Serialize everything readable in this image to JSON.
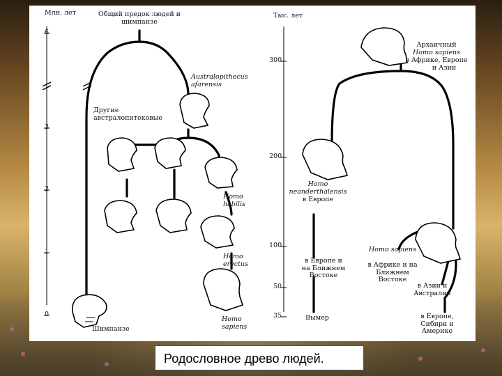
{
  "caption": "Родословное древо людей.",
  "left_axis": {
    "title": "Млн. лет",
    "ticks": [
      "6",
      "3",
      "2",
      "1",
      "0"
    ]
  },
  "right_axis": {
    "title": "Тыс. лет",
    "ticks": [
      "300",
      "200",
      "100",
      "50",
      "35"
    ]
  },
  "labels": {
    "common_ancestor": "Общий предок людей и шимпанзе",
    "australopithecus": "Australopithecus afarensis",
    "other_australopithecines": "Другие австралопитековые",
    "homo_habilis": "Homo habilis",
    "homo_erectus": "Homo erectus",
    "homo_sapiens_left": "Homo sapiens",
    "chimpanzee": "Шимпанзе",
    "archaic_sapiens_1": "Архаичный",
    "archaic_sapiens_2": "Homo sapiens",
    "archaic_sapiens_3": "в Африке, Европе",
    "archaic_sapiens_4": "и Азии",
    "neanderthal_1": "Homo",
    "neanderthal_2": "neanderthalensis",
    "neanderthal_3": "в Европе",
    "europe_mideast": "в Европе и на Ближнем Востоке",
    "extinct": "Вымер",
    "sapiens_africa_1": "Homo sapiens",
    "sapiens_africa_2": "в Африке и на Ближнем Востоке",
    "asia_australia": "в Азии и Австралии",
    "europe_siberia_america": "в Европе, Сибири и Америке"
  }
}
